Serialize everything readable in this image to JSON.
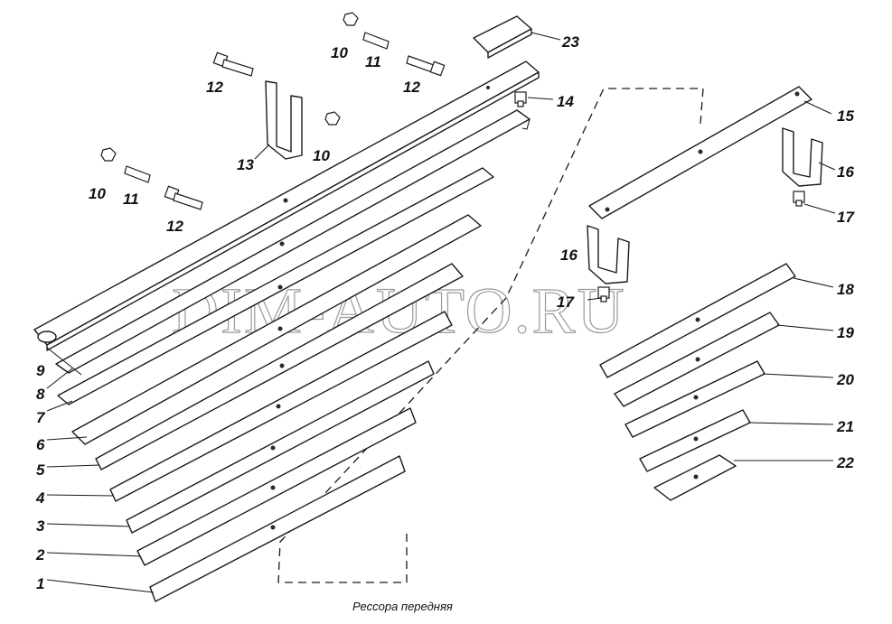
{
  "caption": "Рессора передняя",
  "watermark": "DIM-AUTO.RU",
  "callouts": {
    "c1": "1",
    "c2": "2",
    "c3": "3",
    "c4": "4",
    "c5": "5",
    "c6": "6",
    "c7": "7",
    "c8": "8",
    "c9": "9",
    "c10a": "10",
    "c10b": "10",
    "c10c": "10",
    "c11a": "11",
    "c11b": "11",
    "c12a": "12",
    "c12b": "12",
    "c12c": "12",
    "c13": "13",
    "c14": "14",
    "c15": "15",
    "c16a": "16",
    "c16b": "16",
    "c17a": "17",
    "c17b": "17",
    "c18": "18",
    "c19": "19",
    "c20": "20",
    "c21": "21",
    "c22": "22",
    "c23": "23"
  }
}
